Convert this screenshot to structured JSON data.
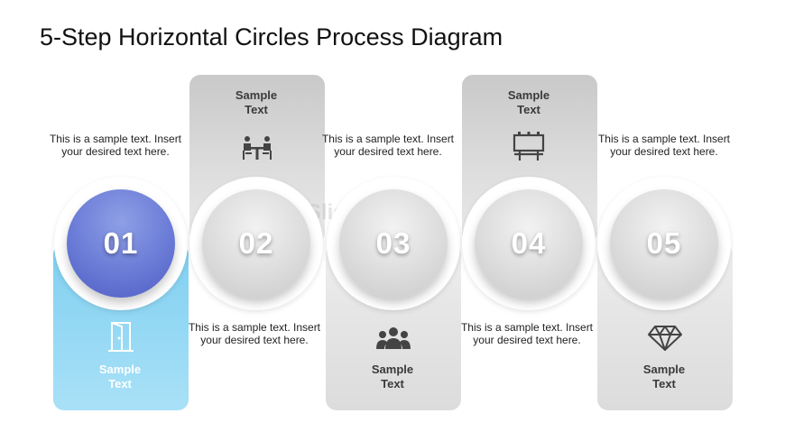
{
  "title": "5-Step Horizontal Circles Process Diagram",
  "watermark": "SlideModel",
  "colors": {
    "active_circle": "#5b6bd0",
    "active_panel": "#8fd5f3",
    "grey_panel": "#d6d6d6"
  },
  "steps": [
    {
      "number": "01",
      "label": "Sample\nText",
      "text": "This is a sample text. Insert your desired text here.",
      "icon": "door-icon",
      "active": true
    },
    {
      "number": "02",
      "label": "Sample\nText",
      "text": "This is a sample text. Insert your desired text here.",
      "icon": "meeting-table-icon",
      "active": false
    },
    {
      "number": "03",
      "label": "Sample\nText",
      "text": "This is a sample text. Insert your desired text here.",
      "icon": "team-icon",
      "active": false
    },
    {
      "number": "04",
      "label": "Sample\nText",
      "text": "This is a sample text. Insert your desired text here.",
      "icon": "billboard-icon",
      "active": false
    },
    {
      "number": "05",
      "label": "Sample\nText",
      "text": "This is a sample text. Insert your desired text here.",
      "icon": "diamond-icon",
      "active": false
    }
  ]
}
